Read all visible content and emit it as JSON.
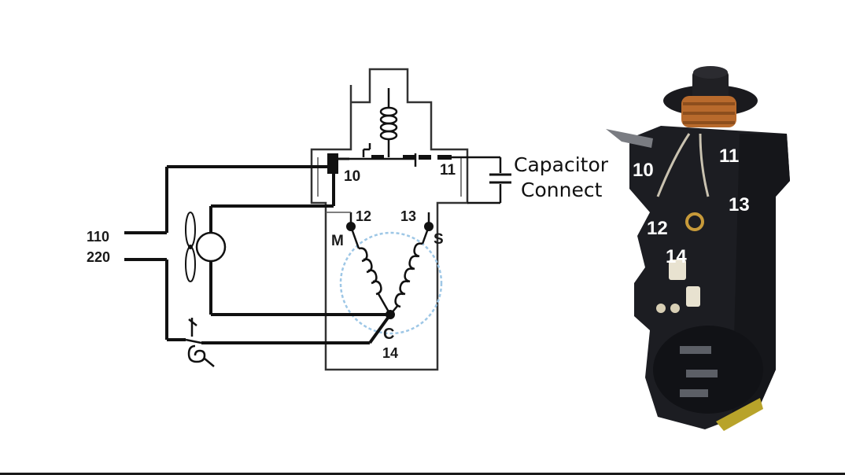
{
  "supply_labels": {
    "v110": "110",
    "v220": "220"
  },
  "diagram_terminals": {
    "t10": "10",
    "t11": "11",
    "t12": "12",
    "t13": "13",
    "t14": "14",
    "main": "M",
    "start": "S",
    "common": "C"
  },
  "capacitor_label": {
    "line1": "Capacitor",
    "line2": "Connect"
  },
  "relay_terminals": {
    "t10": "10",
    "t11": "11",
    "t12": "12",
    "t13": "13",
    "t14": "14"
  },
  "colors": {
    "line": "#111111",
    "circle": "#9ec7e6",
    "relay_body": "#1c1d22",
    "relay_copper": "#b86a2c",
    "relay_yellow": "#b8a32a"
  },
  "icons": {
    "fan": "fan-icon",
    "lamp": "lamp-icon",
    "thermostat": "thermostat-switch-icon",
    "relay": "relay-photo-icon"
  }
}
